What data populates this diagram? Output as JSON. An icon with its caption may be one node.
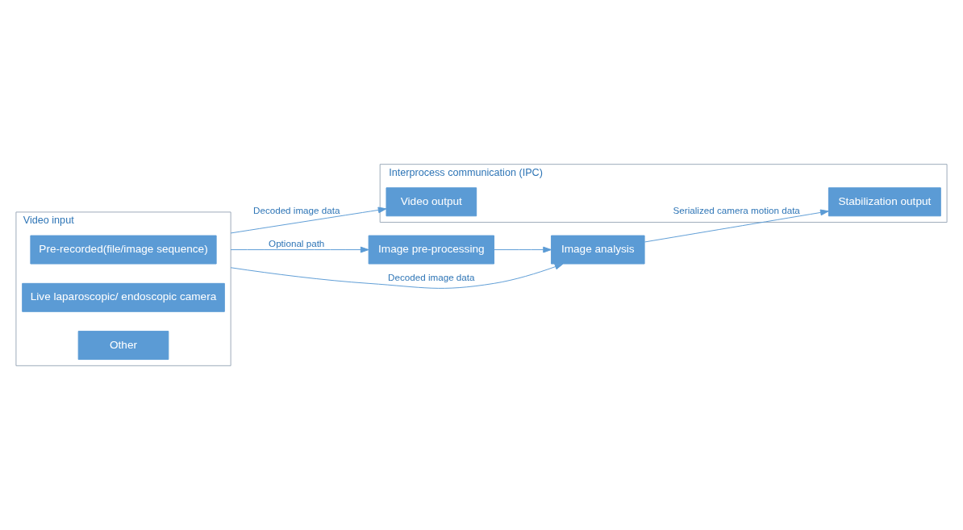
{
  "diagram": {
    "nodes": [
      {
        "text": [
          "Interprocess communication (IPC)"
        ]
      },
      {
        "text": [
          "Video output"
        ],
        "in": 0
      },
      {
        "text": [
          "Stabilization output"
        ],
        "in": 0
      },
      {
        "text": [
          "Video input"
        ]
      },
      {
        "text": [
          "Pre-recorded(file/image sequence)"
        ],
        "in": 3
      },
      {
        "text": [
          "Live laparoscopic/ endoscopic camera"
        ],
        "in": 3
      },
      {
        "text": [
          "Other"
        ],
        "in": 3
      },
      {
        "text": [
          "Image pre-processing"
        ]
      },
      {
        "text": [
          "Image analysis"
        ]
      }
    ],
    "edges": [
      {
        "from": 3,
        "to": 1,
        "arrow": "to",
        "label": "Decoded image data"
      },
      {
        "from": 3,
        "to": 8,
        "arrow": "to",
        "label": "Decoded image data"
      },
      {
        "from": 3,
        "to": 7,
        "arrow": "to",
        "label": "Optional path"
      },
      {
        "from": 7,
        "to": 8,
        "arrow": "to"
      },
      {
        "from": 8,
        "to": 2,
        "arrow": "to",
        "label": "Serialized camera motion data"
      }
    ]
  }
}
